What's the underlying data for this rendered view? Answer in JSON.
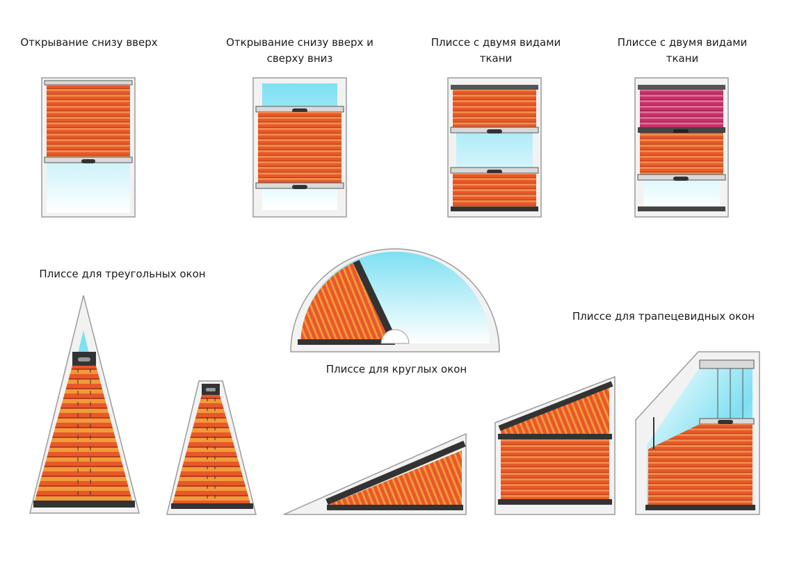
{
  "captions": {
    "bottom_up": "Открывание снизу вверх",
    "bottom_up_top_down": [
      "Открывание снизу вверх и",
      "сверху вниз"
    ],
    "two_fabrics_a": [
      "Плиссе с двумя видами",
      "ткани"
    ],
    "two_fabrics_b": [
      "Плиссе с двумя видами",
      "ткани"
    ],
    "triangular": "Плиссе для треугольных окон",
    "round": "Плиссе для круглых окон",
    "trapezoid": "Плиссе для трапецевидных окон"
  },
  "icons": {
    "window-frame": "window-frame-icon",
    "pleated-fabric": "pleated-fabric-icon",
    "glass": "glass-icon",
    "rail": "rail-icon",
    "handle": "handle-icon"
  },
  "colors": {
    "fabric_orange": "#e8582a",
    "fabric_orange_light": "#f08a4a",
    "fabric_magenta": "#c8316a",
    "fabric_magenta_light": "#df6a96",
    "glass_top": "#7ee0f2",
    "glass_bottom": "#ffffff",
    "rail_dark": "#3a3a3a",
    "rail_light": "#d9d9d9",
    "frame": "#f2f2f2",
    "frame_stroke": "#9a9a9a"
  }
}
